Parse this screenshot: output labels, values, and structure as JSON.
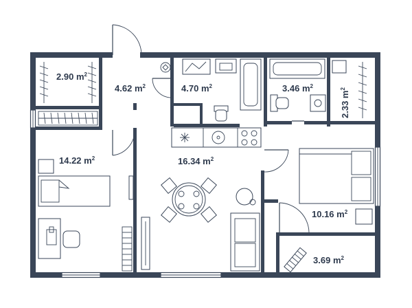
{
  "rooms": [
    {
      "id": "closet-1",
      "area": "2.90",
      "unit": "m",
      "exp": "2"
    },
    {
      "id": "hall",
      "area": "4.62",
      "unit": "m",
      "exp": "2"
    },
    {
      "id": "bathroom",
      "area": "4.70",
      "unit": "m",
      "exp": "2"
    },
    {
      "id": "toilet",
      "area": "3.46",
      "unit": "m",
      "exp": "2"
    },
    {
      "id": "closet-2",
      "area": "2.33",
      "unit": "m",
      "exp": "2"
    },
    {
      "id": "bedroom-1",
      "area": "14.22",
      "unit": "m",
      "exp": "2"
    },
    {
      "id": "kitchen-living",
      "area": "16.34",
      "unit": "m",
      "exp": "2"
    },
    {
      "id": "bedroom-2",
      "area": "10.16",
      "unit": "m",
      "exp": "2"
    },
    {
      "id": "balcony",
      "area": "3.69",
      "unit": "m",
      "exp": "2"
    }
  ],
  "colors": {
    "wall": "#3a4658",
    "text": "#2e3a4d",
    "background": "#ffffff"
  }
}
